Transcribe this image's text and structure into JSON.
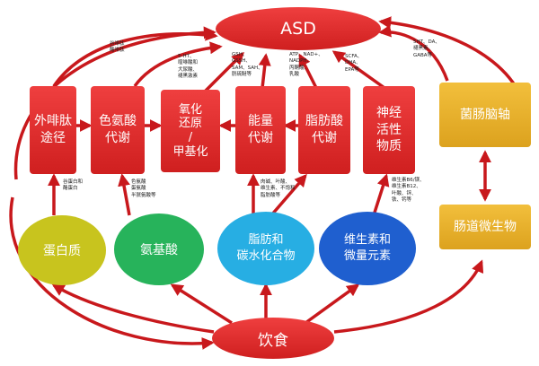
{
  "title": "ASD",
  "diet": "饮食",
  "pathways": [
    {
      "id": "peptide",
      "label": "外啡肽\n途径"
    },
    {
      "id": "trp",
      "label": "色氨酸\n代谢"
    },
    {
      "id": "redox",
      "label": "氧化\n还原\n/\n甲基化"
    },
    {
      "id": "energy",
      "label": "能量\n代谢"
    },
    {
      "id": "fatty",
      "label": "脂肪酸\n代谢"
    },
    {
      "id": "neuro",
      "label": "神经\n活性\n物质"
    }
  ],
  "nutrients": [
    {
      "id": "protein",
      "label": "蛋白质",
      "color": "#c8c41e"
    },
    {
      "id": "amino",
      "label": "氨基酸",
      "color": "#27b35b"
    },
    {
      "id": "fat_carb",
      "label": "脂肪和\n碳水化合物",
      "color": "#27aee3"
    },
    {
      "id": "vit_min",
      "label": "维生素和\n微量元素",
      "color": "#1f5fcf"
    }
  ],
  "gut_brain": "菌肠脑轴",
  "microbiota": "肠道微生物",
  "annotations": {
    "peptide_top": "谷啡肽\n酪啡肽",
    "redox_top": "5-HT、\n喹啉酸和\n犬尿酸、\n褪黑激素",
    "energy_top": "GSH、\nGSSH、\nSAM、SAH、\n胱硫醚等",
    "fatty_top": "ATP、NAD+、\nNADPH、\n丙酮酸、\n乳酸",
    "neuro_top": "SCFA、\nDHA、\nEPA等",
    "axis_top": "5HT、DA、\n褪黑素、\nGABA等",
    "protein_up": "谷蛋白和\n酪蛋白",
    "amino_up": "色氨酸\n蛋氨酸\n半胱氨酸等",
    "energy_down": "肉碱、叶酸、\n维生素、不饱和\n脂肪酸等",
    "neuro_down": "维生素B6/镁、\n维生素B12、\n叶酸、锌、\n铁、钙等"
  },
  "colors": {
    "red": "#dd2a2a",
    "gold": "#e6b22a",
    "arrow": "#c8181c"
  }
}
